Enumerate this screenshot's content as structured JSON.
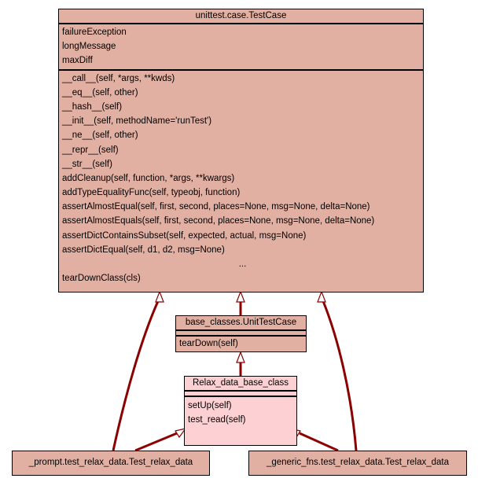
{
  "classes": {
    "testcase": {
      "name": "unittest.case.TestCase",
      "attributes": [
        "failureException",
        "longMessage",
        "maxDiff"
      ],
      "methods": [
        "__call__(self, *args, **kwds)",
        "__eq__(self, other)",
        "__hash__(self)",
        "__init__(self, methodName='runTest')",
        "__ne__(self, other)",
        "__repr__(self)",
        "__str__(self)",
        "addCleanup(self, function, *args, **kwargs)",
        "addTypeEqualityFunc(self, typeobj, function)",
        "assertAlmostEqual(self, first, second, places=None, msg=None, delta=None)",
        "assertAlmostEquals(self, first, second, places=None, msg=None, delta=None)",
        "assertDictContainsSubset(self, expected, actual, msg=None)",
        "assertDictEqual(self, d1, d2, msg=None)"
      ],
      "ellipsis": "...",
      "last_method": "tearDownClass(cls)"
    },
    "unittestcase": {
      "name": "base_classes.UnitTestCase",
      "methods": [
        "tearDown(self)"
      ]
    },
    "relax_base": {
      "name": "Relax_data_base_class",
      "methods": [
        "setUp(self)",
        "test_read(self)"
      ]
    },
    "prompt_test": {
      "name": "_prompt.test_relax_data.Test_relax_data"
    },
    "generic_test": {
      "name": "_generic_fns.test_relax_data.Test_relax_data"
    }
  },
  "colors": {
    "class_fill": "#e2b0a3",
    "focus_fill": "#fdd1d3",
    "edge": "#8b0000"
  }
}
